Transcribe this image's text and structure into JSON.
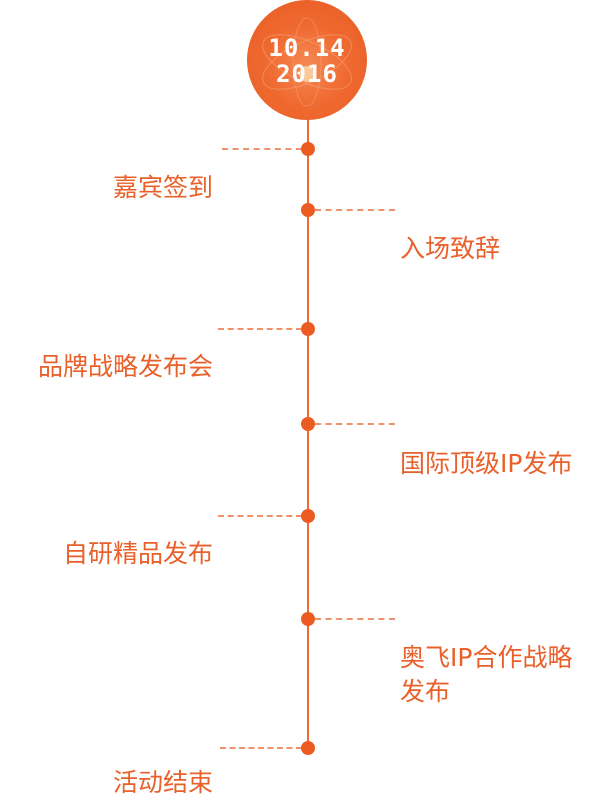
{
  "header": {
    "date_line1": "10.14",
    "date_line2": "2016"
  },
  "colors": {
    "accent": "#eb5b22",
    "text": "#e9602a",
    "dash": "#f0916a"
  },
  "timeline": {
    "items": [
      {
        "label": "嘉宾签到",
        "side": "left"
      },
      {
        "label": "入场致辞",
        "side": "right"
      },
      {
        "label": "品牌战略发布会",
        "side": "left"
      },
      {
        "label": "国际顶级IP发布",
        "side": "right"
      },
      {
        "label": "自研精品发布",
        "side": "left"
      },
      {
        "label": "奥飞IP合作战略",
        "label2": "发布",
        "side": "right"
      },
      {
        "label": "活动结束",
        "side": "left"
      }
    ]
  }
}
